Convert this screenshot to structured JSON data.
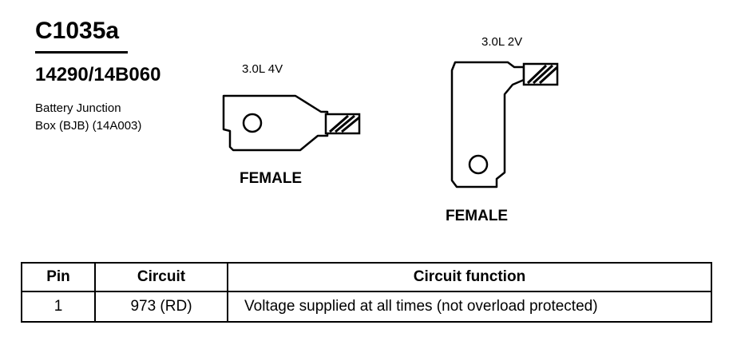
{
  "connector": {
    "id": "C1035a",
    "part_number": "14290/14B060",
    "description_line1": "Battery Junction",
    "description_line2": "Box (BJB) (14A003)"
  },
  "terminals": [
    {
      "variant_label": "3.0L 4V",
      "gender": "FEMALE"
    },
    {
      "variant_label": "3.0L 2V",
      "gender": "FEMALE"
    }
  ],
  "pin_table": {
    "headers": [
      "Pin",
      "Circuit",
      "Circuit function"
    ],
    "rows": [
      [
        "1",
        "973 (RD)",
        "Voltage supplied at all times (not overload protected)"
      ]
    ]
  }
}
